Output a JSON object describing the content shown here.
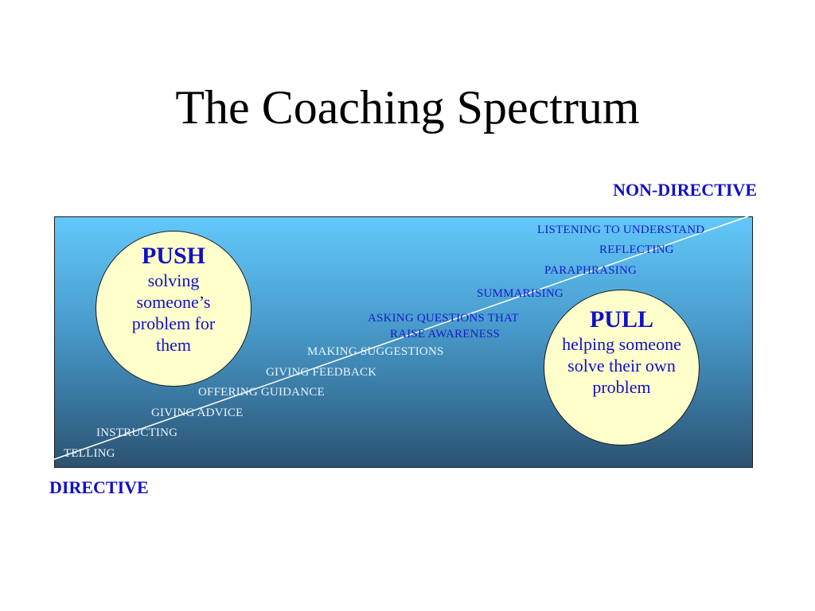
{
  "title": "The Coaching Spectrum",
  "axis": {
    "top_label": "NON-DIRECTIVE",
    "bottom_label": "DIRECTIVE"
  },
  "spectrum_steps": [
    "TELLING",
    "INSTRUCTING",
    "GIVING ADVICE",
    "OFFERING GUIDANCE",
    "GIVING FEEDBACK",
    "MAKING SUGGESTIONS",
    "ASKING QUESTIONS THAT",
    "RAISE AWARENESS",
    "SUMMARISING",
    "PARAPHRASING",
    "REFLECTING",
    "LISTENING TO UNDERSTAND"
  ],
  "push": {
    "title": "PUSH",
    "description": "solving someone’s problem for them"
  },
  "pull": {
    "title": "PULL",
    "description": "helping someone solve their own problem"
  },
  "colors": {
    "title_text": "#000000",
    "label_blue": "#1010c8",
    "step_blue": "#1a1acc",
    "bubble_fill": "#ffffcc",
    "panel_top": "#63c8fa",
    "panel_bottom": "#2c5270",
    "spectrum_line": "#ffffff"
  }
}
